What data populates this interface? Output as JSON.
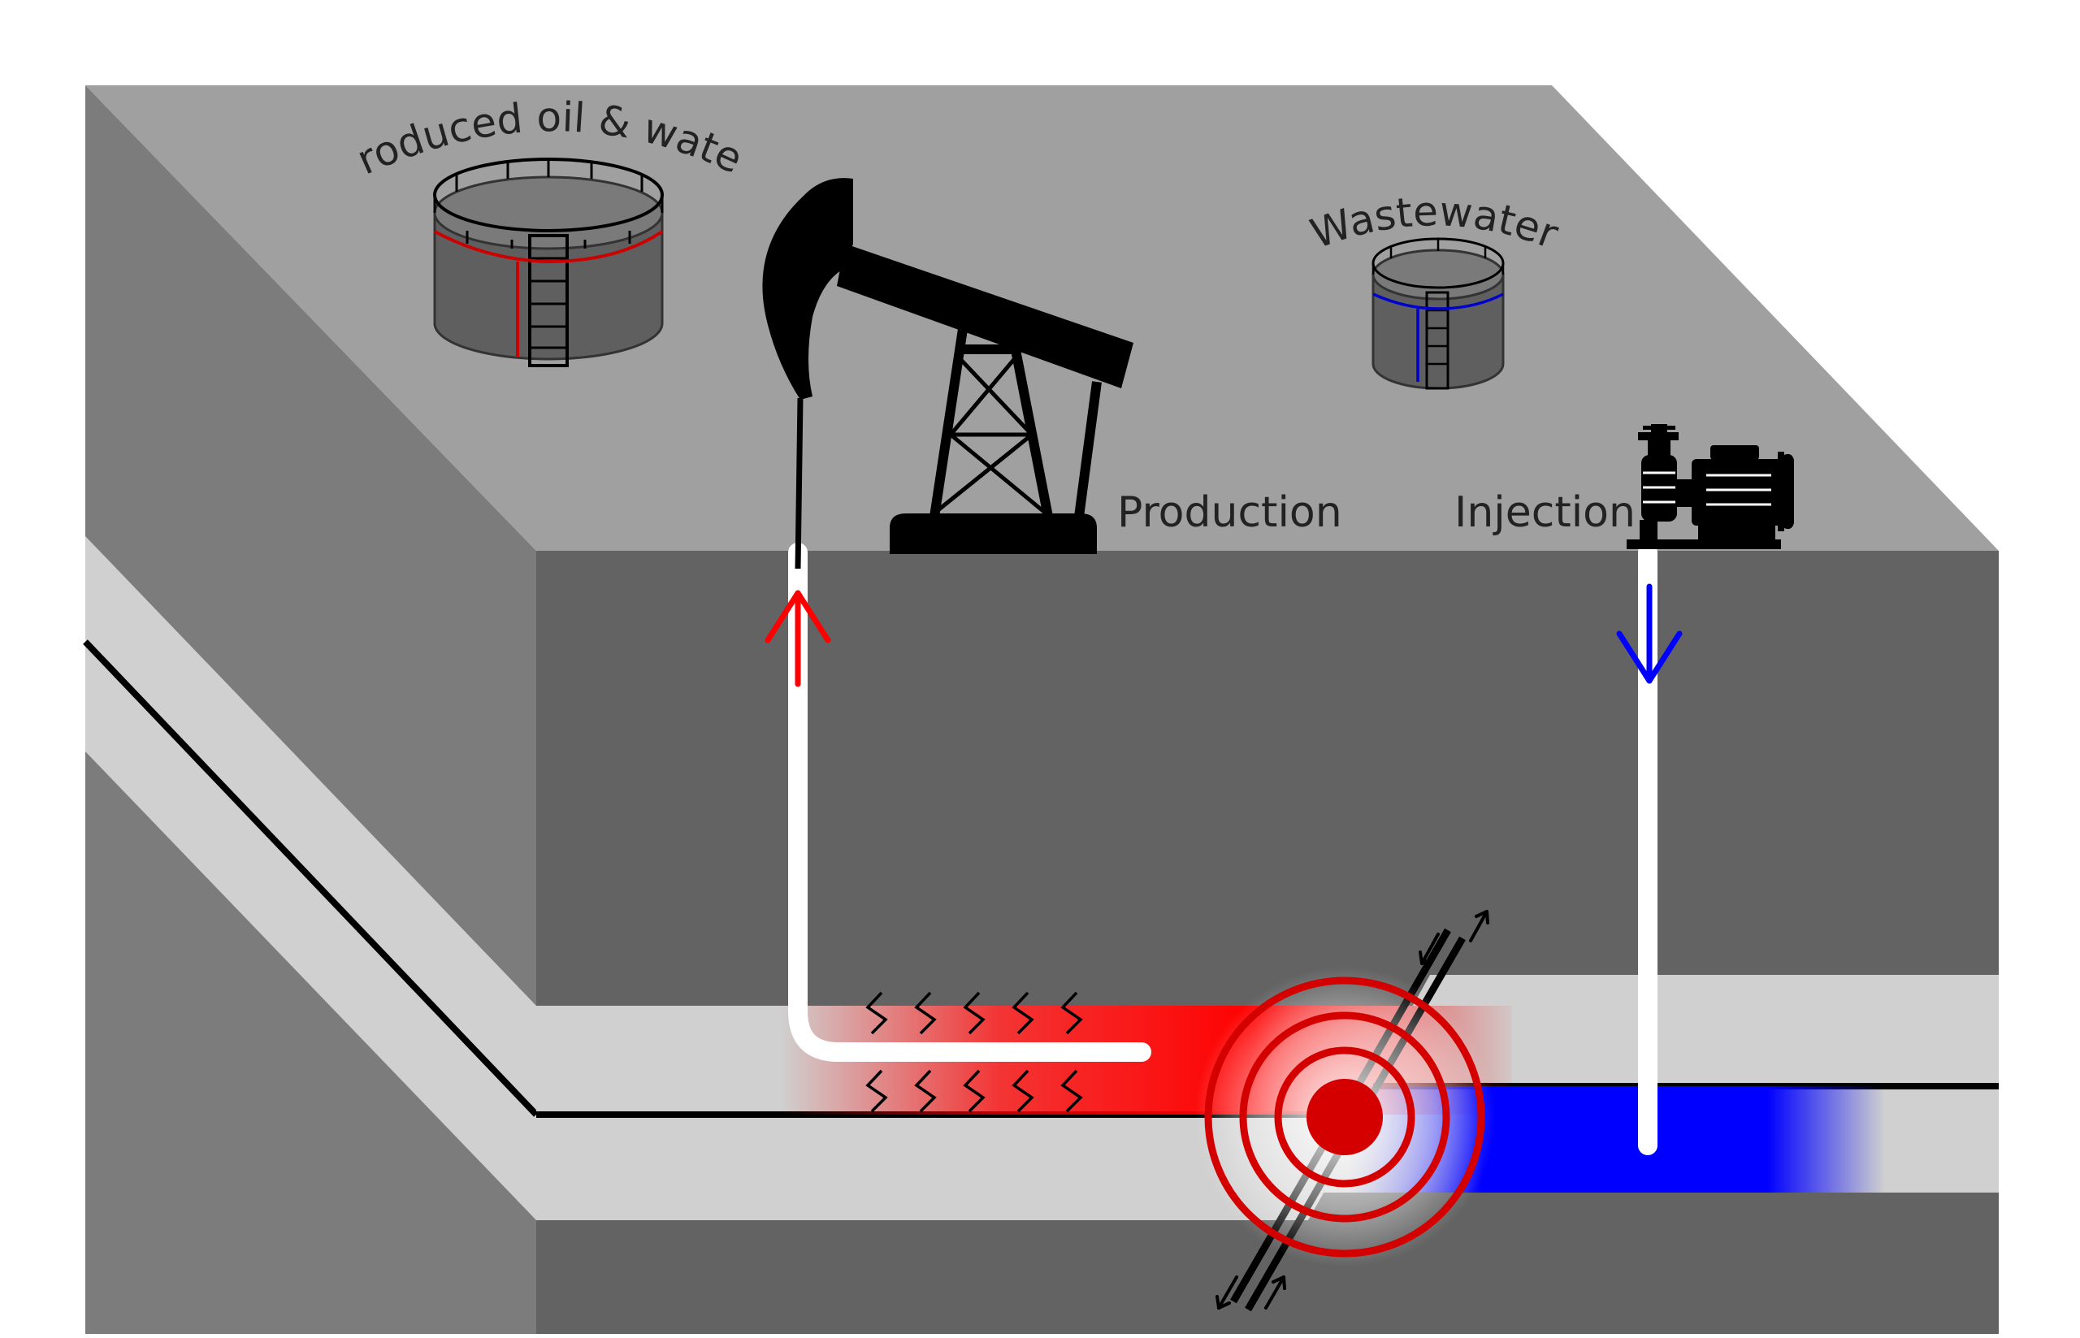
{
  "labels": {
    "produced_tank": "Produced oil & water",
    "wastewater_tank": "Wastewater",
    "production": "Production",
    "injection": "Injection"
  },
  "colors": {
    "background": "#ffffff",
    "top_surface": "#a0a0a0",
    "front_face": "#636363",
    "side_face": "#7c7c7c",
    "reservoir_layer": "#d0d0d0",
    "production_flow": "#ff0000",
    "injection_flow": "#0000ff",
    "earthquake": "#d40000",
    "machinery": "#000000"
  },
  "icons": {
    "pump_jack": "pump-jack-icon",
    "injection_pump": "injection-pump-icon",
    "produced_tank": "storage-tank-icon",
    "wastewater_tank": "storage-tank-icon",
    "earthquake": "earthquake-epicenter-icon"
  }
}
